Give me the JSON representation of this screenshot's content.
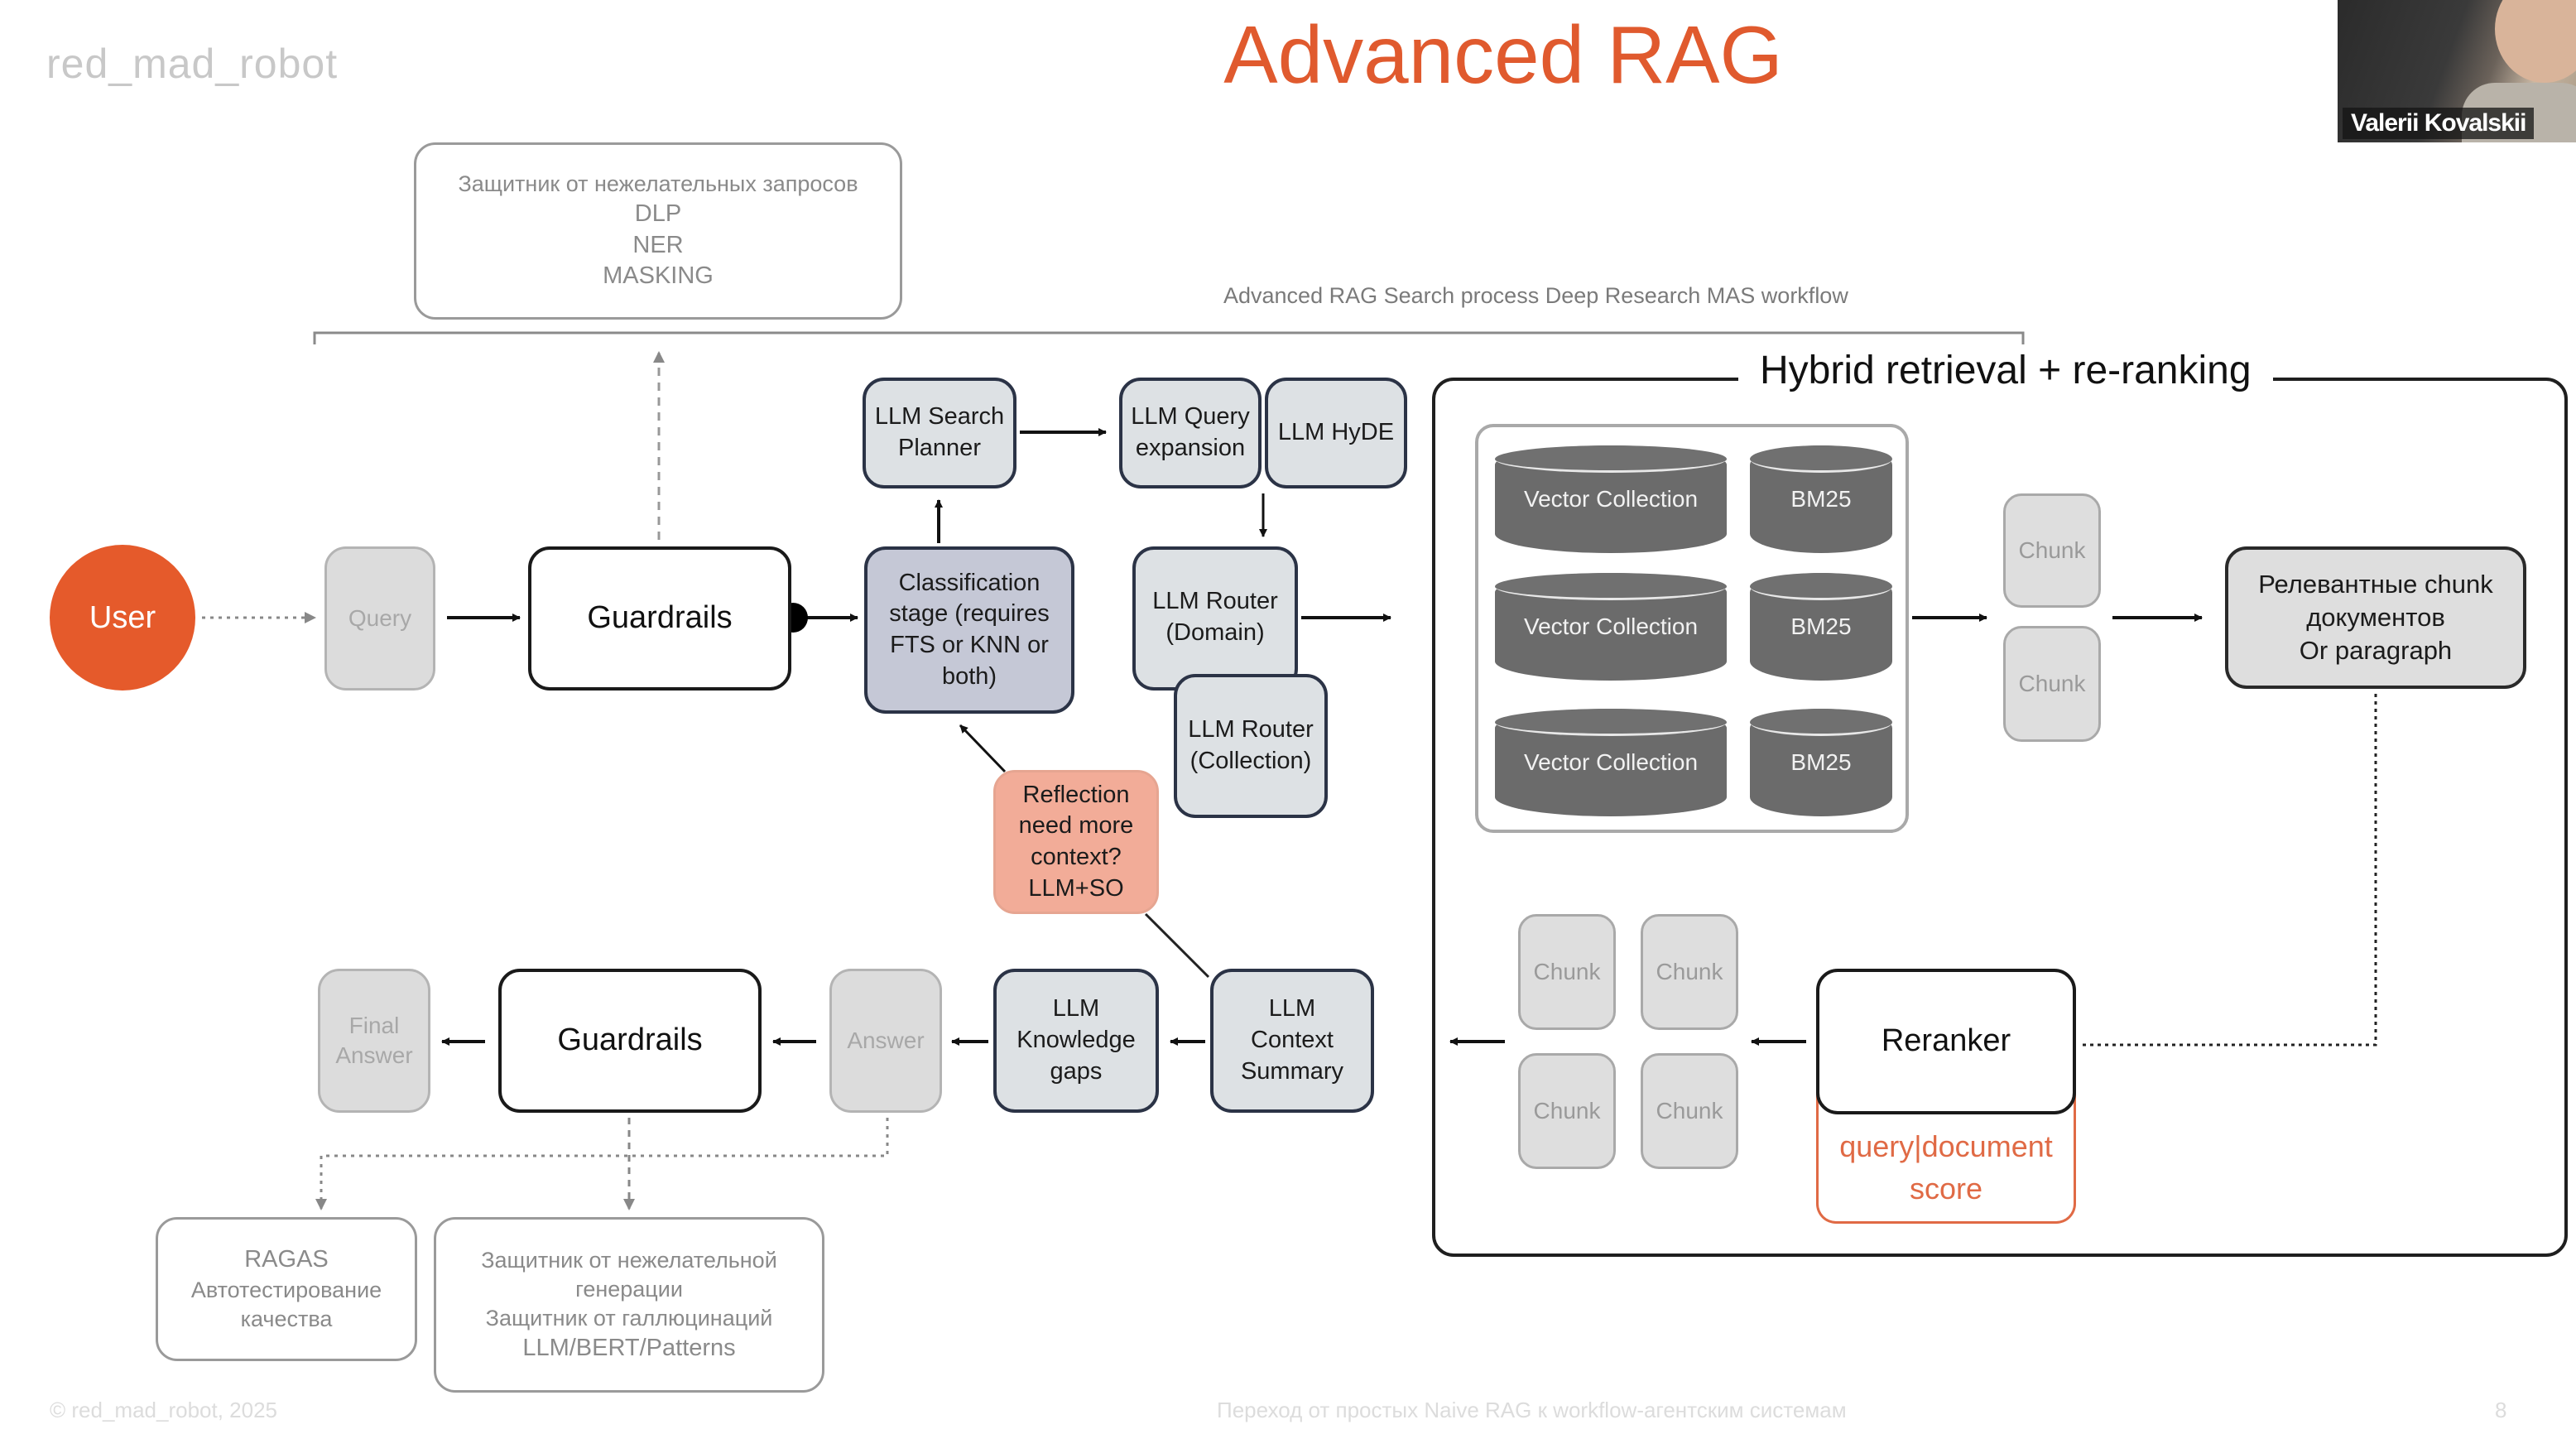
{
  "header": {
    "logo": "red_mad_robot",
    "title": "Advanced RAG"
  },
  "webcam": {
    "participant_name": "Valerii Kovalskii"
  },
  "colors": {
    "accent": "#e55a2b",
    "llm_fill": "#dde1e4",
    "classification_fill": "#c5c8d6",
    "reflection_fill": "#f2ac98",
    "cylinder_fill": "#6b6b6b",
    "ghost_fill": "#dcdcdc"
  },
  "diagram": {
    "bracket_label": "Advanced RAG Search process  Deep Research MAS workflow",
    "input_guard_note": [
      "Защитник от нежелательных запросов",
      "DLP",
      "NER",
      "MASKING"
    ],
    "user": "User",
    "query": "Query",
    "guardrails_in": "Guardrails",
    "llm_search_planner": [
      "LLM Search",
      "Planner"
    ],
    "classification": [
      "Classification",
      "stage (requires",
      "FTS or KNN or",
      "both)"
    ],
    "llm_query_expansion": [
      "LLM Query",
      "expansion"
    ],
    "llm_hyde": "LLM HyDE",
    "llm_router_domain": [
      "LLM Router",
      "(Domain)"
    ],
    "llm_router_collection": [
      "LLM Router",
      "(Collection)"
    ],
    "reflection": [
      "Reflection",
      "need more",
      "context?",
      "LLM+SO"
    ],
    "hybrid": {
      "title": "Hybrid retrieval + re-ranking",
      "collections": [
        {
          "vector": "Vector Collection",
          "bm25": "BM25"
        },
        {
          "vector": "Vector Collection",
          "bm25": "BM25"
        },
        {
          "vector": "Vector Collection",
          "bm25": "BM25"
        }
      ],
      "retrieved_chunks": [
        "Chunk",
        "Chunk"
      ],
      "relevant": [
        "Релевантные chunk",
        "документов",
        "Or paragraph"
      ],
      "reranker": "Reranker",
      "reranker_score": [
        "query|document",
        "score"
      ],
      "reranked_chunks": [
        "Chunk",
        "Chunk",
        "Chunk",
        "Chunk"
      ]
    },
    "llm_context_summary": [
      "LLM",
      "Context",
      "Summary"
    ],
    "llm_knowledge_gaps": [
      "LLM",
      "Knowledge",
      "gaps"
    ],
    "answer": "Answer",
    "guardrails_out": "Guardrails",
    "final_answer": [
      "Final",
      "Answer"
    ],
    "ragas_note": [
      "RAGAS",
      "Автотестирование",
      "качества"
    ],
    "output_guard_note": [
      "Защитник от нежелательной",
      "генерации",
      "Защитник от галлюцинаций",
      "LLM/BERT/Patterns"
    ]
  },
  "footer": {
    "copyright": "© red_mad_robot, 2025",
    "subtitle": "Переход от простых Naive RAG к workflow-агентским системам",
    "page_number": "8"
  }
}
